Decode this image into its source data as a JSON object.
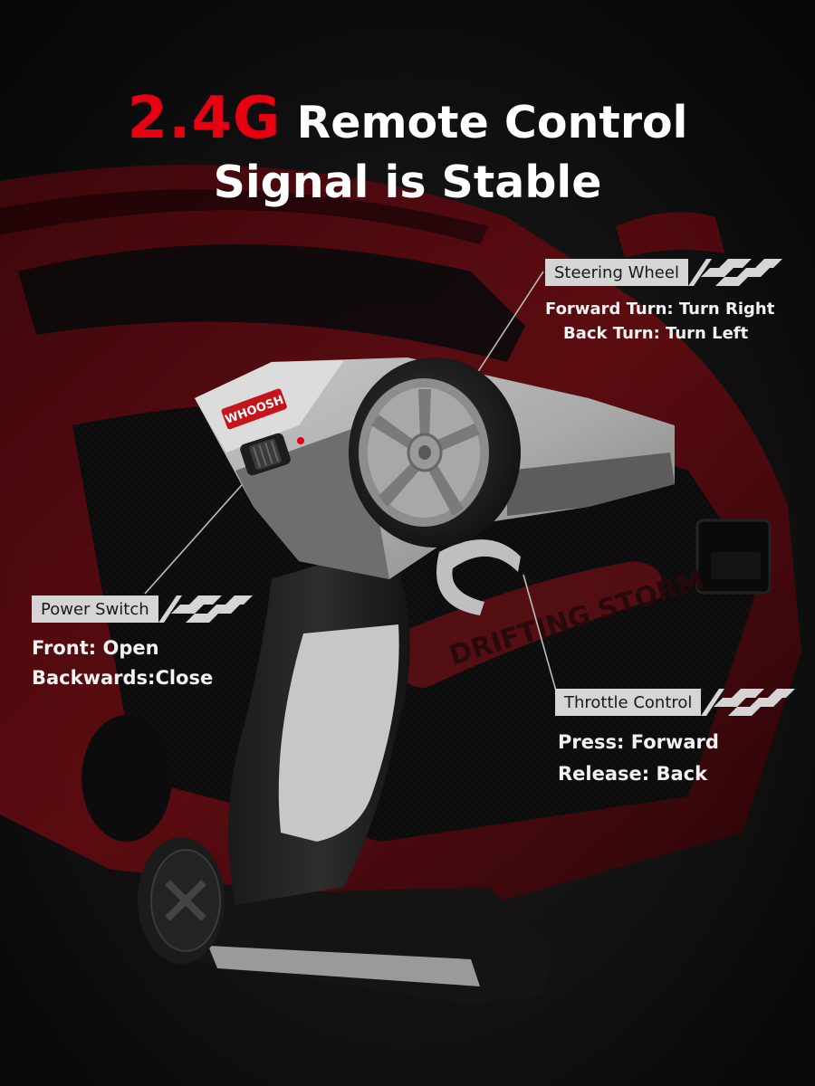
{
  "headline": {
    "accent": "2.4G",
    "line1_rest": " Remote Control",
    "line2": "Signal is Stable"
  },
  "callouts": {
    "steering": {
      "title": "Steering Wheel",
      "lines": [
        "Forward Turn: Turn Right",
        "Back Turn: Turn Left"
      ]
    },
    "power": {
      "title": "Power Switch",
      "lines": [
        "Front: Open",
        "Backwards:Close"
      ]
    },
    "throttle": {
      "title": "Throttle Control",
      "lines": [
        "Press: Forward",
        "Release: Back"
      ]
    }
  },
  "product_logo": "WHOOSH",
  "car_decal": "DRIFTING STORM",
  "icons": [
    "checkered-flag-icon",
    "power-led-icon"
  ],
  "colors": {
    "accent_red": "#e60012",
    "tag_bg": "#d5d5d5",
    "background": "#0b0b0c",
    "car_red": "#8c0f16"
  }
}
